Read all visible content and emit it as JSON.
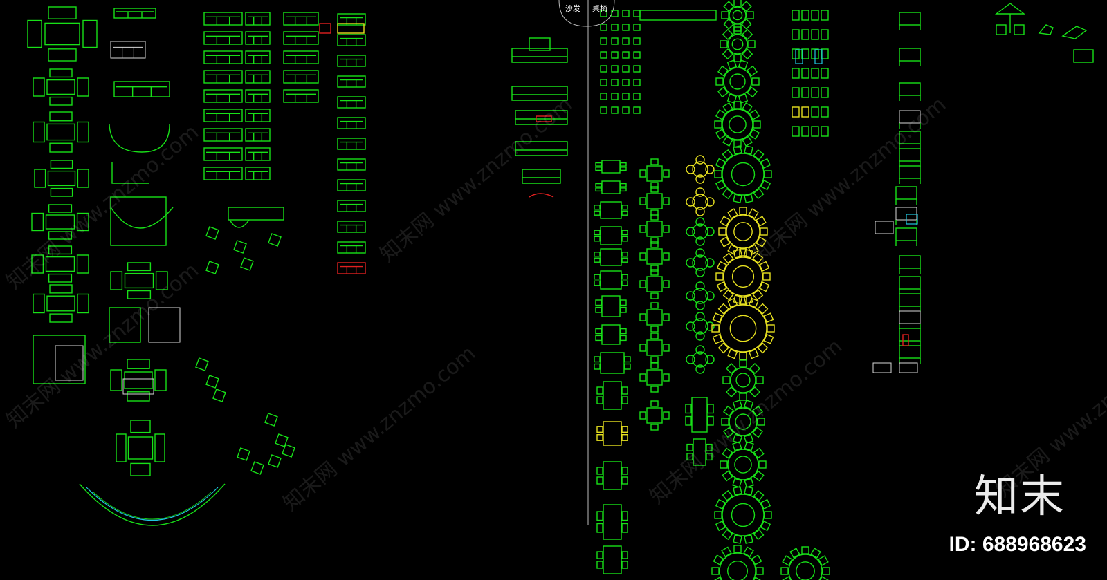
{
  "drawing": {
    "header_labels": [
      "沙发",
      "桌椅"
    ]
  },
  "watermark": {
    "brand": "知末",
    "id_text": "ID: 688968623",
    "diagonal_text": "知末网 www.znzmo.com"
  },
  "colors": {
    "background": "#000000",
    "primary_linework": "#18e018",
    "highlight": "#e6e020",
    "accent_red": "#e02020",
    "accent_cyan": "#20c8e0",
    "neutral": "#d8d8d8"
  }
}
